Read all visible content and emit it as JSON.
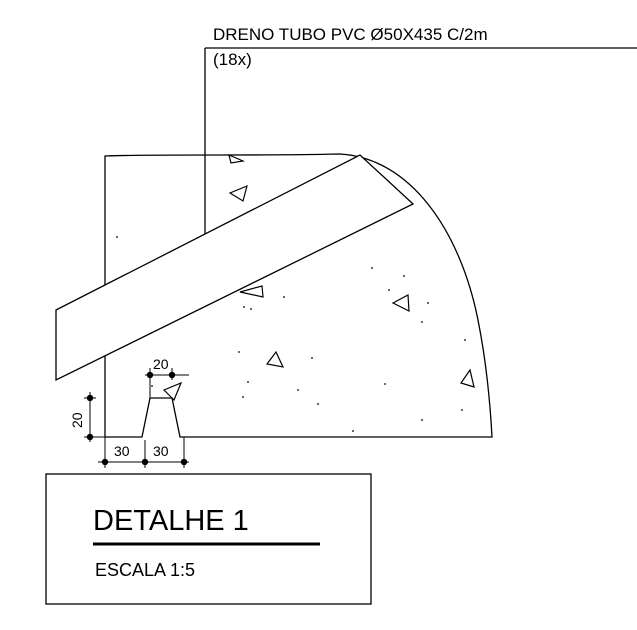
{
  "callout": {
    "line1": "DRENO TUBO PVC Ø50X435 C/2m",
    "line2": "(18x)"
  },
  "dimensions": {
    "top_width": "20",
    "left_height": "20",
    "bottom_left": "30",
    "bottom_right": "30"
  },
  "title_block": {
    "title": "DETALHE 1",
    "scale": "ESCALA 1:5"
  }
}
